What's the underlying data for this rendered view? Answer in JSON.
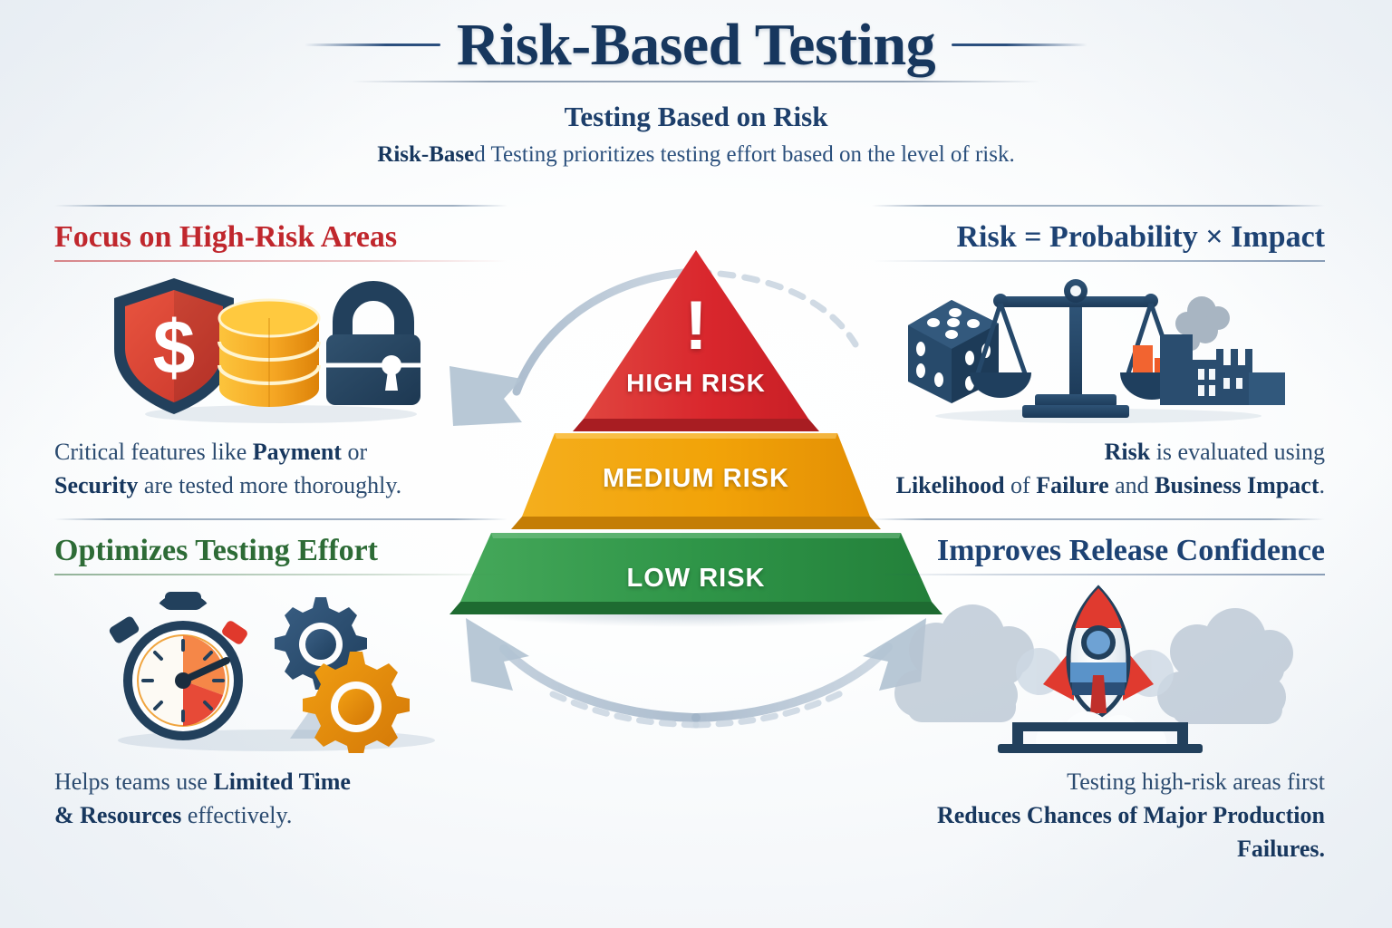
{
  "header": {
    "title": "Risk-Based Testing",
    "subtitle": "Testing Based on Risk",
    "lede_bold": "Risk-Base",
    "lede_rest": "d Testing prioritizes testing effort based on the level of risk."
  },
  "pyramid": {
    "alert_glyph": "!",
    "tiers": [
      {
        "label": "HIGH RISK",
        "color": "#d9272d",
        "side_color": "#a81d22"
      },
      {
        "label": "MEDIUM RISK",
        "color": "#f2a308",
        "side_color": "#c47d05"
      },
      {
        "label": "LOW RISK",
        "color": "#2f9548",
        "side_color": "#1e6b31"
      }
    ]
  },
  "quadrants": {
    "top_left": {
      "heading": "Focus on High-Risk Areas",
      "heading_color": "#c0272d",
      "body_1_plain": "Critical features like ",
      "body_1_bold": "Payment",
      "body_1_tail": " or",
      "body_2_bold": "Security",
      "body_2_plain": " are tested more thoroughly.",
      "icons": [
        "shield-dollar-icon",
        "coin-stack-icon",
        "padlock-icon"
      ]
    },
    "top_right": {
      "heading": "Risk = Probability × Impact",
      "heading_color": "#1d4273",
      "body_1": "Risk is evaluated using",
      "body_1_bold_lead": "Risk",
      "body_2_bold_a": "Likelihood",
      "body_2_mid_a": " of ",
      "body_2_bold_b": "Failure",
      "body_2_mid_b": " and ",
      "body_2_bold_c": "Business Impact",
      "body_2_tail": ".",
      "icons": [
        "dice-icon",
        "balance-scale-icon",
        "factory-icon"
      ]
    },
    "bottom_left": {
      "heading": "Optimizes Testing Effort",
      "heading_color": "#2d6b36",
      "body_1_plain": "Helps teams use ",
      "body_1_bold": "Limited Time",
      "body_2_bold": "& Resources",
      "body_2_plain": " effectively.",
      "icons": [
        "stopwatch-icon",
        "gear-navy-icon",
        "gear-orange-icon"
      ]
    },
    "bottom_right": {
      "heading": "Improves Release Confidence",
      "heading_color": "#1d4273",
      "body_1": "Testing high-risk areas first",
      "body_2": "Reduces Chances of Major Production Failures.",
      "icons": [
        "rocket-icon",
        "cloud-icon",
        "launch-pad-icon"
      ]
    }
  },
  "arrows": {
    "top_arc": "curved-arrow-left",
    "bottom_arc": "double-headed-curved-arrow"
  },
  "colors": {
    "navy": "#17375e",
    "red": "#c0272d",
    "green": "#2d6b36",
    "amber": "#f2a308",
    "arrow_gray": "#aebccd"
  }
}
